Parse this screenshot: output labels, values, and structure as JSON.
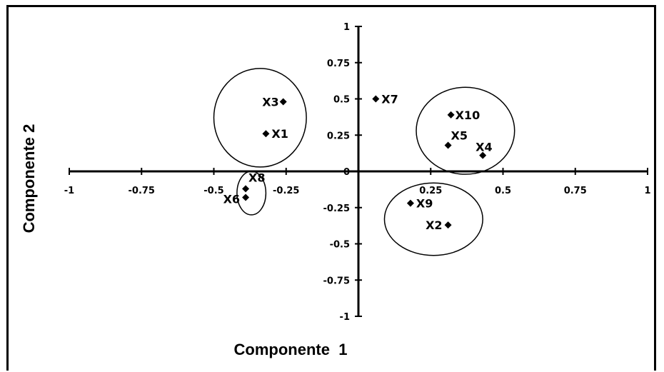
{
  "chart_data": {
    "type": "scatter",
    "xlabel": "Componente  1",
    "ylabel": "Componente 2",
    "xlim": [
      -1,
      1
    ],
    "ylim": [
      -1,
      1
    ],
    "grid": false,
    "x_ticks": [
      "-1",
      "-0.75",
      "-0.5",
      "-0.25",
      "0",
      "0.25",
      "0.5",
      "0.75",
      "1"
    ],
    "y_ticks": [
      "1",
      "0.75",
      "0.5",
      "0.25",
      "0",
      "-0.25",
      "-0.5",
      "-0.75",
      "-1"
    ],
    "points": [
      {
        "label": "X1",
        "x": -0.32,
        "y": 0.26
      },
      {
        "label": "X2",
        "x": 0.31,
        "y": -0.37
      },
      {
        "label": "X3",
        "x": -0.26,
        "y": 0.48
      },
      {
        "label": "X4",
        "x": 0.43,
        "y": 0.11
      },
      {
        "label": "X5",
        "x": 0.31,
        "y": 0.18
      },
      {
        "label": "X6",
        "x": -0.39,
        "y": -0.18
      },
      {
        "label": "X7",
        "x": 0.06,
        "y": 0.5
      },
      {
        "label": "X8",
        "x": -0.39,
        "y": -0.12
      },
      {
        "label": "X9",
        "x": 0.18,
        "y": -0.22
      },
      {
        "label": "X10",
        "x": 0.32,
        "y": 0.39
      }
    ],
    "clusters": [
      {
        "cx": -0.34,
        "cy": 0.37,
        "rx": 0.16,
        "ry": 0.34
      },
      {
        "cx": 0.37,
        "cy": 0.28,
        "rx": 0.17,
        "ry": 0.3
      },
      {
        "cx": -0.37,
        "cy": -0.15,
        "rx": 0.05,
        "ry": 0.15
      },
      {
        "cx": 0.26,
        "cy": -0.33,
        "rx": 0.17,
        "ry": 0.25
      }
    ]
  }
}
